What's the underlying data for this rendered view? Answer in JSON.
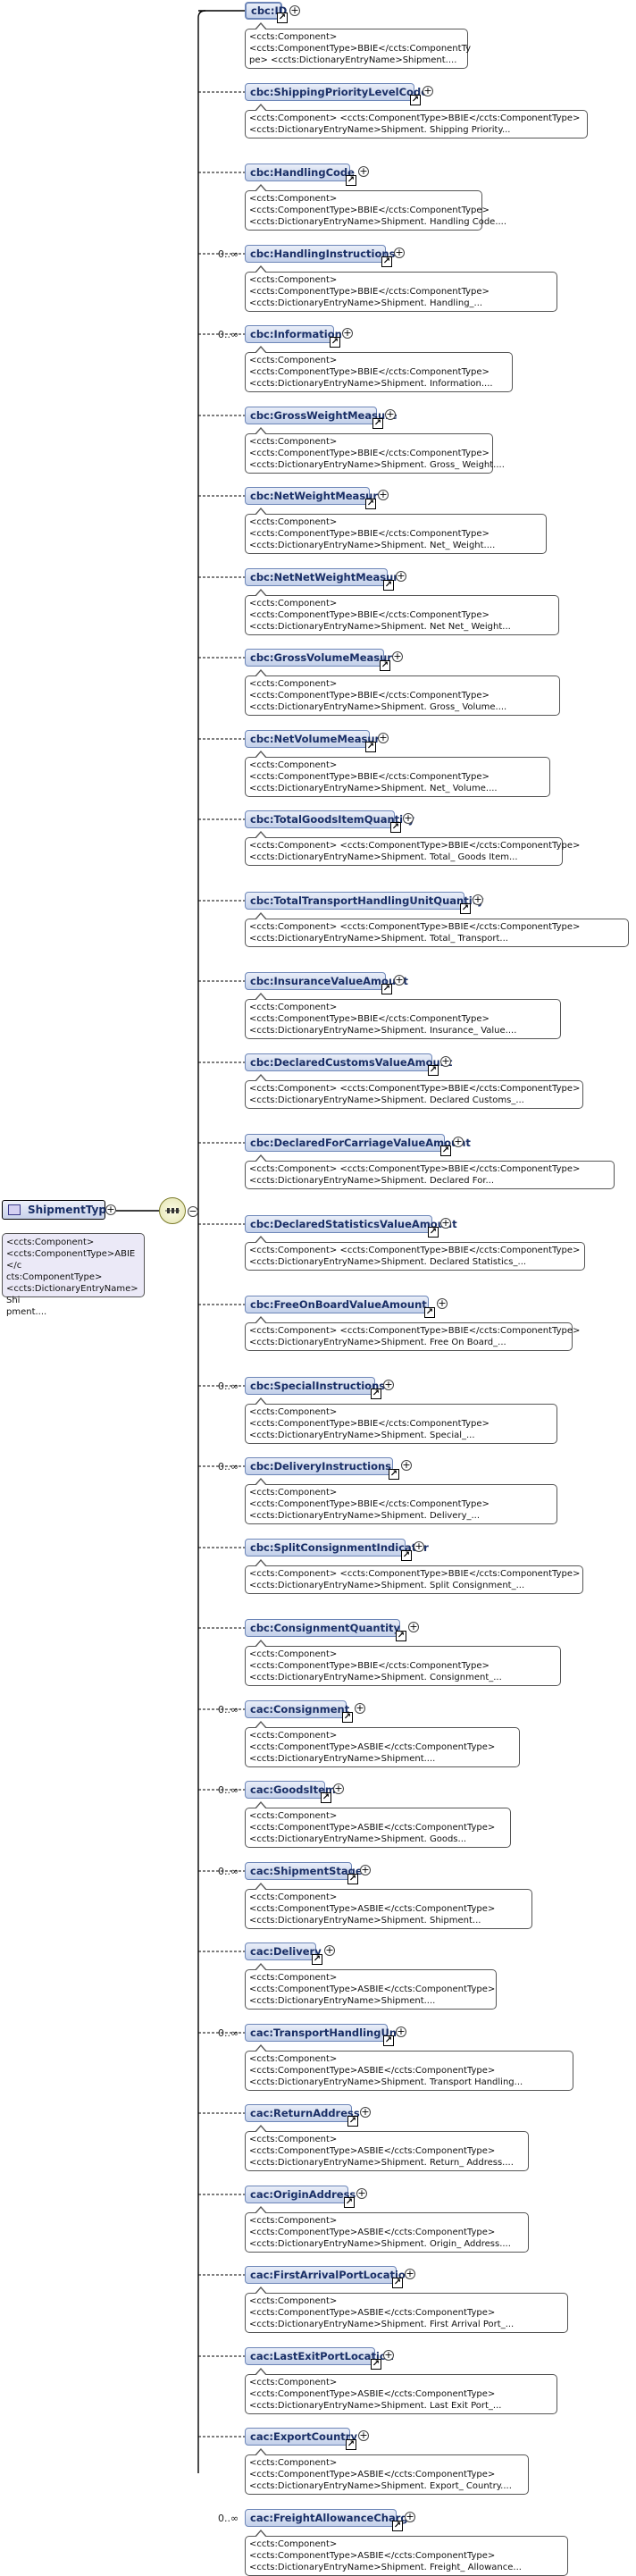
{
  "diagram": {
    "root": {
      "name": "ShipmentType",
      "annotation": "<ccts:Component>\n<ccts:ComponentType>ABIE</c\ncts:ComponentType>\n<ccts:DictionaryEntryName>Shi\npment...."
    },
    "compositor": "sequence",
    "children": [
      {
        "name": "cbc:ID",
        "required": true,
        "card": "",
        "ann": [
          "<ccts:Component>",
          "<ccts:ComponentType>BBIE</ccts:ComponentTy",
          "pe> <ccts:DictionaryEntryName>Shipment...."
        ]
      },
      {
        "name": "cbc:ShippingPriorityLevelCode",
        "required": false,
        "card": "",
        "ann": [
          "<ccts:Component> <ccts:ComponentType>BBIE</ccts:ComponentType>",
          "<ccts:DictionaryEntryName>Shipment. Shipping Priority..."
        ]
      },
      {
        "name": "cbc:HandlingCode",
        "required": false,
        "card": "",
        "ann": [
          "<ccts:Component>",
          "<ccts:ComponentType>BBIE</ccts:ComponentType>",
          "<ccts:DictionaryEntryName>Shipment. Handling Code...."
        ]
      },
      {
        "name": "cbc:HandlingInstructions",
        "required": false,
        "card": "0..∞",
        "ann": [
          "<ccts:Component>",
          "<ccts:ComponentType>BBIE</ccts:ComponentType>",
          "<ccts:DictionaryEntryName>Shipment. Handling_..."
        ]
      },
      {
        "name": "cbc:Information",
        "required": false,
        "card": "0..∞",
        "ann": [
          "<ccts:Component>",
          "<ccts:ComponentType>BBIE</ccts:ComponentType>",
          "<ccts:DictionaryEntryName>Shipment. Information...."
        ]
      },
      {
        "name": "cbc:GrossWeightMeasure",
        "required": false,
        "card": "",
        "ann": [
          "<ccts:Component>",
          "<ccts:ComponentType>BBIE</ccts:ComponentType>",
          "<ccts:DictionaryEntryName>Shipment. Gross_ Weight...."
        ]
      },
      {
        "name": "cbc:NetWeightMeasure",
        "required": false,
        "card": "",
        "ann": [
          "<ccts:Component>",
          "<ccts:ComponentType>BBIE</ccts:ComponentType>",
          "<ccts:DictionaryEntryName>Shipment. Net_ Weight...."
        ]
      },
      {
        "name": "cbc:NetNetWeightMeasure",
        "required": false,
        "card": "",
        "ann": [
          "<ccts:Component>",
          "<ccts:ComponentType>BBIE</ccts:ComponentType>",
          "<ccts:DictionaryEntryName>Shipment. Net Net_ Weight..."
        ]
      },
      {
        "name": "cbc:GrossVolumeMeasure",
        "required": false,
        "card": "",
        "ann": [
          "<ccts:Component>",
          "<ccts:ComponentType>BBIE</ccts:ComponentType>",
          "<ccts:DictionaryEntryName>Shipment. Gross_ Volume...."
        ]
      },
      {
        "name": "cbc:NetVolumeMeasure",
        "required": false,
        "card": "",
        "ann": [
          "<ccts:Component>",
          "<ccts:ComponentType>BBIE</ccts:ComponentType>",
          "<ccts:DictionaryEntryName>Shipment. Net_ Volume...."
        ]
      },
      {
        "name": "cbc:TotalGoodsItemQuantity",
        "required": false,
        "card": "",
        "ann": [
          "<ccts:Component> <ccts:ComponentType>BBIE</ccts:ComponentType>",
          "<ccts:DictionaryEntryName>Shipment. Total_ Goods Item..."
        ]
      },
      {
        "name": "cbc:TotalTransportHandlingUnitQuantity",
        "required": false,
        "card": "",
        "ann": [
          "<ccts:Component> <ccts:ComponentType>BBIE</ccts:ComponentType>",
          "<ccts:DictionaryEntryName>Shipment. Total_ Transport..."
        ]
      },
      {
        "name": "cbc:InsuranceValueAmount",
        "required": false,
        "card": "",
        "ann": [
          "<ccts:Component>",
          "<ccts:ComponentType>BBIE</ccts:ComponentType>",
          "<ccts:DictionaryEntryName>Shipment. Insurance_ Value...."
        ]
      },
      {
        "name": "cbc:DeclaredCustomsValueAmount",
        "required": false,
        "card": "",
        "ann": [
          "<ccts:Component> <ccts:ComponentType>BBIE</ccts:ComponentType>",
          "<ccts:DictionaryEntryName>Shipment. Declared Customs_..."
        ]
      },
      {
        "name": "cbc:DeclaredForCarriageValueAmount",
        "required": false,
        "card": "",
        "ann": [
          "<ccts:Component> <ccts:ComponentType>BBIE</ccts:ComponentType>",
          "<ccts:DictionaryEntryName>Shipment. Declared For..."
        ]
      },
      {
        "name": "cbc:DeclaredStatisticsValueAmount",
        "required": false,
        "card": "",
        "ann": [
          "<ccts:Component> <ccts:ComponentType>BBIE</ccts:ComponentType>",
          "<ccts:DictionaryEntryName>Shipment. Declared Statistics_..."
        ]
      },
      {
        "name": "cbc:FreeOnBoardValueAmount",
        "required": false,
        "card": "",
        "ann": [
          "<ccts:Component> <ccts:ComponentType>BBIE</ccts:ComponentType>",
          "<ccts:DictionaryEntryName>Shipment. Free On Board_..."
        ]
      },
      {
        "name": "cbc:SpecialInstructions",
        "required": false,
        "card": "0..∞",
        "ann": [
          "<ccts:Component>",
          "<ccts:ComponentType>BBIE</ccts:ComponentType>",
          "<ccts:DictionaryEntryName>Shipment. Special_..."
        ]
      },
      {
        "name": "cbc:DeliveryInstructions",
        "required": false,
        "card": "0..∞",
        "ann": [
          "<ccts:Component>",
          "<ccts:ComponentType>BBIE</ccts:ComponentType>",
          "<ccts:DictionaryEntryName>Shipment. Delivery_..."
        ]
      },
      {
        "name": "cbc:SplitConsignmentIndicator",
        "required": false,
        "card": "",
        "ann": [
          "<ccts:Component> <ccts:ComponentType>BBIE</ccts:ComponentType>",
          "<ccts:DictionaryEntryName>Shipment. Split Consignment_..."
        ]
      },
      {
        "name": "cbc:ConsignmentQuantity",
        "required": false,
        "card": "",
        "ann": [
          "<ccts:Component>",
          "<ccts:ComponentType>BBIE</ccts:ComponentType>",
          "<ccts:DictionaryEntryName>Shipment. Consignment_..."
        ]
      },
      {
        "name": "cac:Consignment",
        "required": false,
        "card": "0..∞",
        "ann": [
          "<ccts:Component>",
          "<ccts:ComponentType>ASBIE</ccts:ComponentType>",
          "<ccts:DictionaryEntryName>Shipment...."
        ]
      },
      {
        "name": "cac:GoodsItem",
        "required": false,
        "card": "0..∞",
        "ann": [
          "<ccts:Component>",
          "<ccts:ComponentType>ASBIE</ccts:ComponentType>",
          "<ccts:DictionaryEntryName>Shipment. Goods..."
        ]
      },
      {
        "name": "cac:ShipmentStage",
        "required": false,
        "card": "0..∞",
        "ann": [
          "<ccts:Component>",
          "<ccts:ComponentType>ASBIE</ccts:ComponentType>",
          "<ccts:DictionaryEntryName>Shipment. Shipment..."
        ]
      },
      {
        "name": "cac:Delivery",
        "required": false,
        "card": "",
        "ann": [
          "<ccts:Component>",
          "<ccts:ComponentType>ASBIE</ccts:ComponentType>",
          "<ccts:DictionaryEntryName>Shipment...."
        ]
      },
      {
        "name": "cac:TransportHandlingUnit",
        "required": false,
        "card": "0..∞",
        "ann": [
          "<ccts:Component>",
          "<ccts:ComponentType>ASBIE</ccts:ComponentType>",
          "<ccts:DictionaryEntryName>Shipment. Transport Handling..."
        ]
      },
      {
        "name": "cac:ReturnAddress",
        "required": false,
        "card": "",
        "ann": [
          "<ccts:Component>",
          "<ccts:ComponentType>ASBIE</ccts:ComponentType>",
          "<ccts:DictionaryEntryName>Shipment. Return_ Address...."
        ]
      },
      {
        "name": "cac:OriginAddress",
        "required": false,
        "card": "",
        "ann": [
          "<ccts:Component>",
          "<ccts:ComponentType>ASBIE</ccts:ComponentType>",
          "<ccts:DictionaryEntryName>Shipment. Origin_ Address...."
        ]
      },
      {
        "name": "cac:FirstArrivalPortLocation",
        "required": false,
        "card": "",
        "ann": [
          "<ccts:Component>",
          "<ccts:ComponentType>ASBIE</ccts:ComponentType>",
          "<ccts:DictionaryEntryName>Shipment. First Arrival Port_..."
        ]
      },
      {
        "name": "cac:LastExitPortLocation",
        "required": false,
        "card": "",
        "ann": [
          "<ccts:Component>",
          "<ccts:ComponentType>ASBIE</ccts:ComponentType>",
          "<ccts:DictionaryEntryName>Shipment. Last Exit Port_..."
        ]
      },
      {
        "name": "cac:ExportCountry",
        "required": false,
        "card": "",
        "ann": [
          "<ccts:Component>",
          "<ccts:ComponentType>ASBIE</ccts:ComponentType>",
          "<ccts:DictionaryEntryName>Shipment. Export_ Country...."
        ]
      },
      {
        "name": "cac:FreightAllowanceCharge",
        "required": false,
        "card": "0..∞",
        "ann": [
          "<ccts:Component>",
          "<ccts:ComponentType>ASBIE</ccts:ComponentType>",
          "<ccts:DictionaryEntryName>Shipment. Freight_ Allowance..."
        ]
      }
    ]
  }
}
